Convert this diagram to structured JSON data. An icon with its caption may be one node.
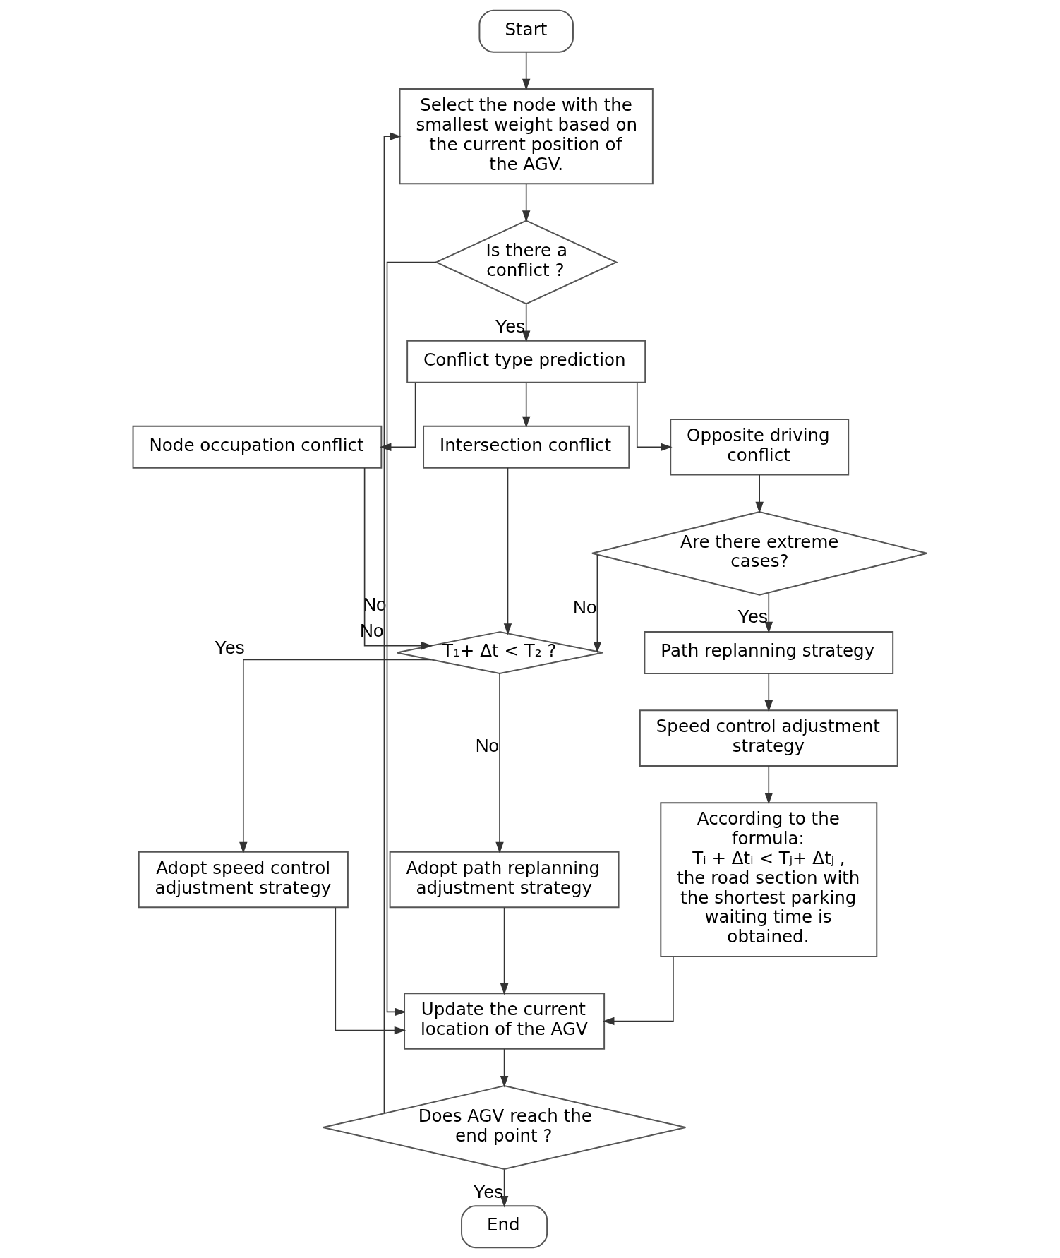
{
  "diagram": {
    "nodes": [
      {
        "text": [
          "Start"
        ]
      },
      {
        "text": [
          "Select the node with the smallest weight based on the current position of the AGV."
        ]
      },
      {
        "text": [
          "Is there a conflict ?"
        ]
      },
      {
        "text": [
          "Conflict type prediction"
        ]
      },
      {
        "text": [
          "Node occupation conflict"
        ]
      },
      {
        "text": [
          "Intersection conflict"
        ]
      },
      {
        "text": [
          "Opposite driving conflict"
        ]
      },
      {
        "text": [
          "Are there extreme cases?"
        ]
      },
      {
        "text": [
          "T₁+ Δt < T₂ ?"
        ]
      },
      {
        "text": [
          "Path replanning strategy"
        ]
      },
      {
        "text": [
          "Speed control adjustment strategy"
        ]
      },
      {
        "text": [
          "According to the formula:",
          "Tᵢ + Δtᵢ < Tⱼ+ Δtⱼ ,",
          "the road section with the shortest parking waiting time is obtained."
        ]
      },
      {
        "text": [
          "Adopt speed control adjustment strategy"
        ]
      },
      {
        "text": [
          "Adopt path replanning adjustment strategy"
        ]
      },
      {
        "text": [
          "Update the current location of the AGV"
        ]
      },
      {
        "text": [
          "Does AGV reach the end point ?"
        ]
      },
      {
        "text": [
          "End"
        ]
      }
    ],
    "edges": [
      {
        "from": 0,
        "to": 1,
        "arrow": "to"
      },
      {
        "from": 1,
        "to": 2,
        "arrow": "to"
      },
      {
        "from": 2,
        "to": 3,
        "arrow": "to",
        "label": "Yes"
      },
      {
        "from": 2,
        "to": 14,
        "arrow": "to",
        "label": "No"
      },
      {
        "from": 3,
        "to": 4,
        "arrow": "to"
      },
      {
        "from": 3,
        "to": 5,
        "arrow": "to"
      },
      {
        "from": 3,
        "to": 6,
        "arrow": "to"
      },
      {
        "from": 6,
        "to": 7,
        "arrow": "to"
      },
      {
        "from": 4,
        "to": 8,
        "arrow": "to"
      },
      {
        "from": 5,
        "to": 8,
        "arrow": "to"
      },
      {
        "from": 7,
        "to": 8,
        "arrow": "to",
        "label": "No"
      },
      {
        "from": 7,
        "to": 9,
        "arrow": "to",
        "label": "Yes"
      },
      {
        "from": 8,
        "to": 12,
        "arrow": "to",
        "label": "Yes"
      },
      {
        "from": 8,
        "to": 13,
        "arrow": "to",
        "label": "No"
      },
      {
        "from": 9,
        "to": 10,
        "arrow": "to"
      },
      {
        "from": 10,
        "to": 11,
        "arrow": "to"
      },
      {
        "from": 12,
        "to": 14,
        "arrow": "to"
      },
      {
        "from": 13,
        "to": 14,
        "arrow": "to"
      },
      {
        "from": 11,
        "to": 14,
        "arrow": "to"
      },
      {
        "from": 14,
        "to": 15,
        "arrow": "to"
      },
      {
        "from": 15,
        "to": 16,
        "arrow": "to",
        "label": "Yes"
      },
      {
        "from": 15,
        "to": 1,
        "arrow": "to",
        "label": "No"
      }
    ]
  }
}
